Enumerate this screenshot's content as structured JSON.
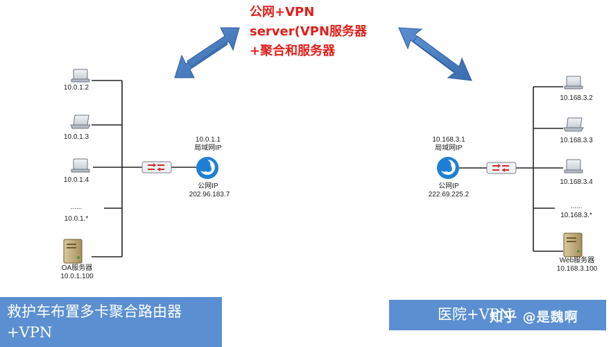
{
  "center_title": "公网+VPN server(VPN服务器+聚合和服务器",
  "left_network": {
    "hosts": [
      "10.0.1.2",
      "10.0.1.3",
      "10.0.1.4",
      "......",
      "10.0.1.*"
    ],
    "server_name": "OA服务器",
    "server_ip": "10.0.1.100",
    "lan_ip": "10.0.1.1",
    "lan_label": "局域网IP",
    "public_label": "公网IP",
    "public_ip": "202.96.183.7"
  },
  "right_network": {
    "hosts": [
      "10.168.3.2",
      "10.168.3.3",
      "10.168.3.4",
      "......",
      "10.168.3.*"
    ],
    "server_name": "Web服务器",
    "server_ip": "10.168.3.100",
    "lan_ip": "10.168.3.1",
    "lan_label": "局域网IP",
    "public_label": "公网IP",
    "public_ip": "222.69.225.2"
  },
  "left_banner": "救护车布置多卡聚合路由器+VPN",
  "right_banner": "医院+VPN",
  "watermark": "知乎 @是魏啊",
  "colors": {
    "arrow": "#4a7fc6",
    "title": "#e0201b",
    "banner": "#5b8fd1",
    "router": "#c9302c",
    "public_ip_icon": "#1f7fd6"
  }
}
